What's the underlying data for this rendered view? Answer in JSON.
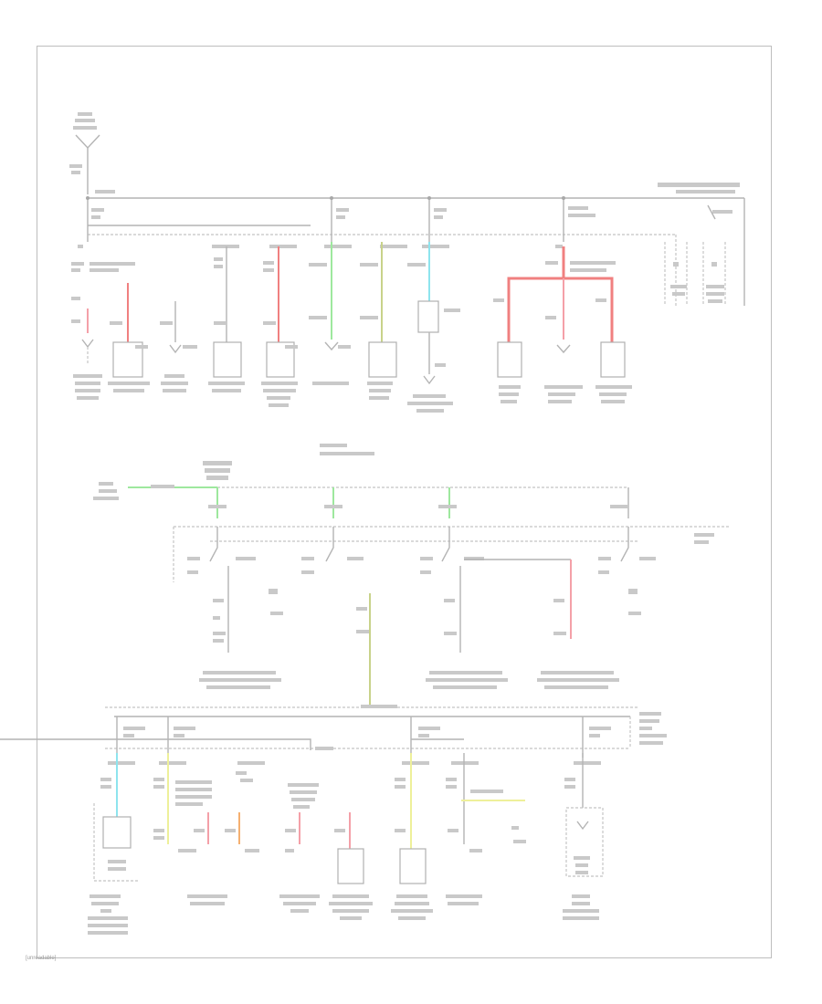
{
  "diagram": {
    "title_note": "Wiring diagram labels are too low-resolution to read; represented as placeholder text blocks",
    "wire_colors": {
      "default": "#b4b4b4",
      "red": "#f08080",
      "green": "#9ee89e",
      "cyan": "#8ee4ee",
      "yellow": "#eef09a",
      "olive": "#c8d28a",
      "orange": "#f5b070",
      "pink": "#f4a0a8"
    },
    "sections": [
      {
        "name": "top-power-distribution",
        "label": "[unreadable]"
      },
      {
        "name": "middle-ignition-switch",
        "label": "[unreadable]"
      },
      {
        "name": "bottom-fuse-junction",
        "label": "[unreadable]"
      }
    ],
    "corner_label": "[unreadable]",
    "legend": [
      "[unreadable]",
      "[unreadable]"
    ]
  }
}
